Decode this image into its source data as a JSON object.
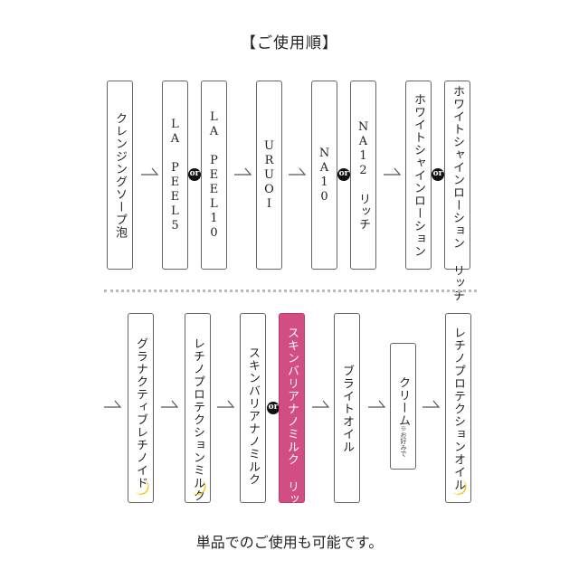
{
  "title": "【ご使用順】",
  "footer": "単品でのご使用も可能です。",
  "or_label": "or",
  "accent_color": "#d24d84",
  "moon_color": "#f2c500",
  "top_row": [
    {
      "label": "クレンジングソープ泡"
    },
    {
      "label": "LA PEEL5"
    },
    {
      "label": "LA PEEL10"
    },
    {
      "label": "URUOI"
    },
    {
      "label": "NA10"
    },
    {
      "label": "NA12 リッチ"
    },
    {
      "label": "ホワイトシャインローション"
    },
    {
      "label": "ホワイトシャインローション リッチ"
    }
  ],
  "bottom_row": [
    {
      "label": "グラナクティブレチノイド",
      "icon": "moon-icon"
    },
    {
      "label": "レチノプロテクションミルク",
      "icon": "moon-icon"
    },
    {
      "label": "スキンバリアナノミルク"
    },
    {
      "label": "スキンバリアナノミルク リッチ",
      "highlighted": true
    },
    {
      "label": "ブライトオイル"
    },
    {
      "label": "クリーム",
      "note": "※お好みで"
    },
    {
      "label": "レチノプロテクションオイル",
      "icon": "moon-icon"
    }
  ]
}
